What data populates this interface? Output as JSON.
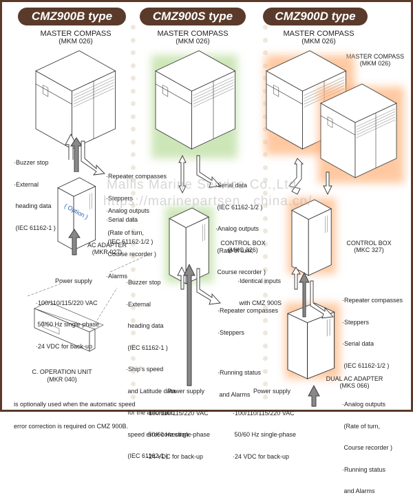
{
  "columns": [
    {
      "type_label": "CMZ900B type",
      "master_compass": {
        "name": "MASTER COMPASS",
        "model": "(MKM 026)"
      },
      "inputs_to_compass": [
        "·Buzzer stop",
        "·External",
        " heading data",
        " (IEC 61162-1 )"
      ],
      "outputs_from_compass": [
        "·Repeater compasses",
        "·Steppers",
        "·Serial data",
        " (IEC 61162-1/2 )"
      ],
      "outputs_analog": [
        "·Analog outputs",
        " (Rate of turn,",
        " Course recorder )",
        "·Alarms"
      ],
      "adapter": {
        "name": "AC ADAPTER",
        "model": "(MKR 027)",
        "option_label": "( Option )"
      },
      "power_supply": {
        "title": "Power supply",
        "lines": [
          "·100/110/115/220 VAC",
          " 50/60 Hz single-phase",
          "·24 VDC for back-up"
        ]
      },
      "operation_unit": {
        "name": "C. OPERATION UNIT",
        "model": "(MKR 040)",
        "note": [
          "is optionally used when the automatic speed",
          "error correction is required on CMZ 900B."
        ]
      },
      "glow_color": "#ffffff"
    },
    {
      "type_label": "CMZ900S type",
      "master_compass": {
        "name": "MASTER COMPASS",
        "model": "(MKM 026)"
      },
      "outputs_from_compass": [
        "·Serial data",
        " (IEC 61162-1/2 )",
        "·Analog outputs",
        " (Rate of turn,",
        " Course recorder )"
      ],
      "control_box": {
        "name": "CONTROL BOX",
        "model": "(MKC 326)"
      },
      "inputs_to_control_box": [
        "·Buzzer stop",
        "·External",
        " heading data",
        " (IEC 61162-1 )",
        "·Ship's speed",
        " and Latitude data",
        " for the automatic",
        " speed error correction",
        " (IEC 61162-1 )"
      ],
      "outputs_from_control_box": [
        "·Repeater compasses",
        "·Steppers",
        "",
        "·Running status",
        " and Alarms"
      ],
      "power_supply": {
        "title": "Power supply",
        "lines": [
          "·100/110/115/220 VAC",
          " 50/60 Hz single-phase",
          "·24 VDC for back-up"
        ]
      },
      "glow_color": "#b8dc9a"
    },
    {
      "type_label": "CMZ900D type",
      "master_compass": {
        "name": "MASTER COMPASS",
        "model": "(MKM 026)"
      },
      "master_compass_2": {
        "name": "MASTER COMPASS",
        "model": "(MKM 026)"
      },
      "control_box": {
        "name": "CONTROL BOX",
        "model": "(MKC 327)"
      },
      "inputs_to_control_box": [
        "·Identical inputs",
        " with CMZ 900S"
      ],
      "outputs_from_control_box": [
        "·Repeater compasses",
        "·Steppers",
        "·Serial data",
        " (IEC 61162-1/2 )",
        "·Analog outputs",
        " (Rate of turn,",
        " Course recorder )",
        "·Running status",
        " and Alarms"
      ],
      "adapter": {
        "name": "DUAL AC ADAPTER",
        "model": "(MKS 066)"
      },
      "power_supply": {
        "title": "Power supply",
        "lines": [
          "·100/110/115/220 VAC",
          " 50/60 Hz single-phase",
          "·24 VDC for back-up"
        ]
      },
      "glow_color": "#ffb27a"
    }
  ],
  "watermark": {
    "line1": "Mallis Marine Service Co.,Ltd.",
    "line2": "https://marinepartsen...china.cn/"
  },
  "colors": {
    "frame": "#5a3a2a",
    "pill": "#5a3a2a",
    "dot": "#efe7dc",
    "arrow_solid": "#777777"
  }
}
